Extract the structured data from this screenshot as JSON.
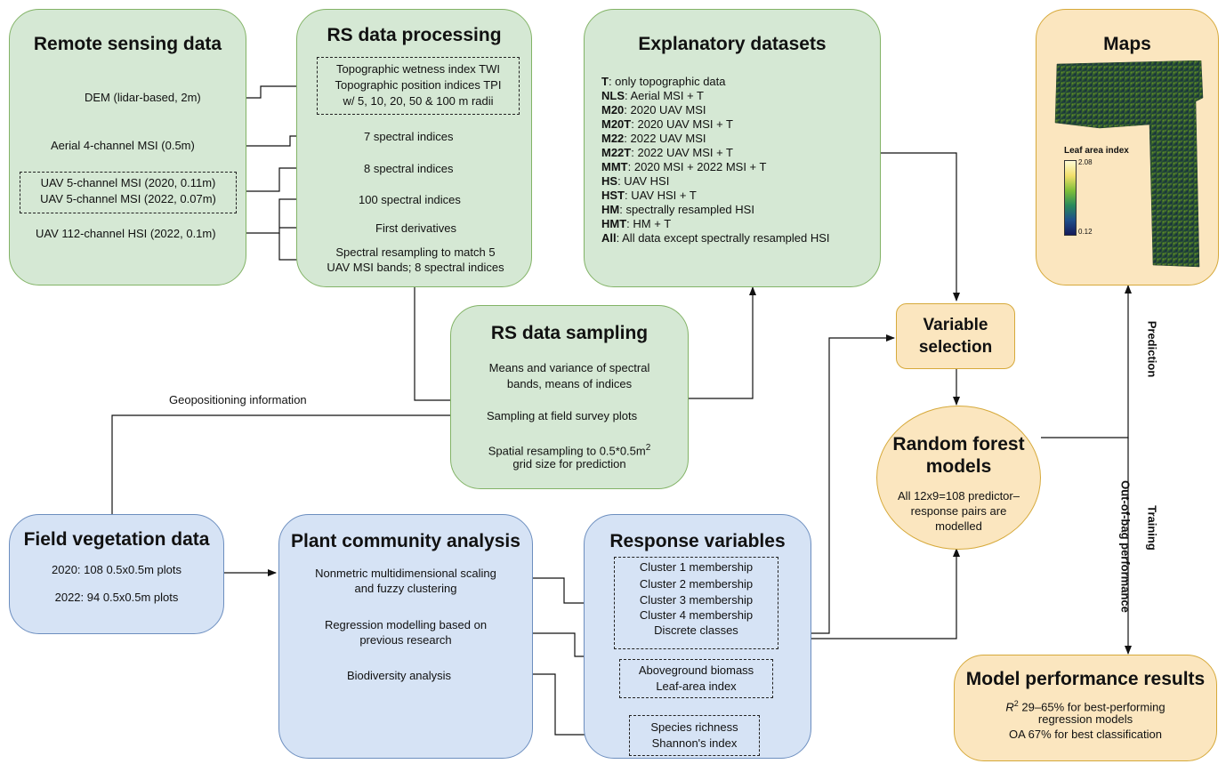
{
  "remote_sensing": {
    "title": "Remote sensing data",
    "dem": "DEM (lidar-based, 2m)",
    "aerial": "Aerial 4-channel MSI (0.5m)",
    "uav2020": "UAV 5-channel MSI (2020, 0.11m)",
    "uav2022": "UAV 5-channel MSI (2022, 0.07m)",
    "hsi": "UAV 112-channel HSI (2022, 0.1m)"
  },
  "rs_processing": {
    "title": "RS data processing",
    "topo_1": "Topographic wetness index TWI",
    "topo_2": "Topographic position indices TPI",
    "topo_3": "w/ 5, 10, 20, 50 & 100 m radii",
    "idx7": "7 spectral indices",
    "idx8": "8 spectral indices",
    "idx100": "100 spectral indices",
    "deriv": "First derivatives",
    "resample_1": "Spectral resampling to match 5",
    "resample_2": "UAV MSI bands; 8 spectral indices"
  },
  "explanatory": {
    "title": "Explanatory datasets",
    "items": [
      {
        "code": "T",
        "desc": ": only topographic data"
      },
      {
        "code": "NLS",
        "desc": ": Aerial MSI + T"
      },
      {
        "code": "M20",
        "desc": ": 2020 UAV MSI"
      },
      {
        "code": "M20T",
        "desc": ": 2020 UAV MSI + T"
      },
      {
        "code": "M22",
        "desc": ": 2022 UAV MSI"
      },
      {
        "code": "M22T",
        "desc": ": 2022 UAV MSI + T"
      },
      {
        "code": "MMT",
        "desc": ": 2020 MSI + 2022 MSI + T"
      },
      {
        "code": "HS",
        "desc": ": UAV HSI"
      },
      {
        "code": "HST",
        "desc": ": UAV HSI + T"
      },
      {
        "code": "HM",
        "desc": ": spectrally resampled HSI"
      },
      {
        "code": "HMT",
        "desc": ": HM + T"
      },
      {
        "code": "All",
        "desc": ": All data except spectrally resampled HSI"
      }
    ]
  },
  "maps": {
    "title": "Maps",
    "legend_title": "Leaf area index",
    "legend_max": "2.08",
    "legend_min": "0.12"
  },
  "rs_sampling": {
    "title": "RS data sampling",
    "line1": "Means and variance of spectral",
    "line2": "bands, means of indices",
    "line3": "Sampling at field survey plots",
    "line4": "Spatial resampling to 0.5*0.5m",
    "line4_sup": "2",
    "line5": "grid size for prediction"
  },
  "geo_label": "Geopositioning information",
  "variable_selection": {
    "line1": "Variable",
    "line2": "selection"
  },
  "random_forest": {
    "title1": "Random forest",
    "title2": "models",
    "line1": "All 12x9=108 predictor–",
    "line2": "response pairs are",
    "line3": "modelled"
  },
  "side_labels": {
    "prediction": "Prediction",
    "training": "Training",
    "oob": "Out-of-bag performance"
  },
  "field": {
    "title": "Field vegetation data",
    "line1": "2020: 108 0.5x0.5m plots",
    "line2": "2022: 94 0.5x0.5m plots"
  },
  "plant": {
    "title": "Plant community analysis",
    "nmds1": "Nonmetric multidimensional scaling",
    "nmds2": "and fuzzy clustering",
    "reg1": "Regression modelling based on",
    "reg2": "previous research",
    "bio": "Biodiversity analysis"
  },
  "response": {
    "title": "Response variables",
    "clusters": [
      "Cluster 1 membership",
      "Cluster 2 membership",
      "Cluster 3 membership",
      "Cluster 4 membership",
      "Discrete classes"
    ],
    "biomass": [
      "Aboveground biomass",
      "Leaf-area index"
    ],
    "richness": [
      "Species richness",
      "Shannon's index"
    ]
  },
  "results": {
    "title": "Model performance results",
    "r2_sym": "R",
    "r2_sup": "2",
    "line1": " 29–65% for best-performing",
    "line2": "regression models",
    "line3": "OA 67% for best classification"
  }
}
